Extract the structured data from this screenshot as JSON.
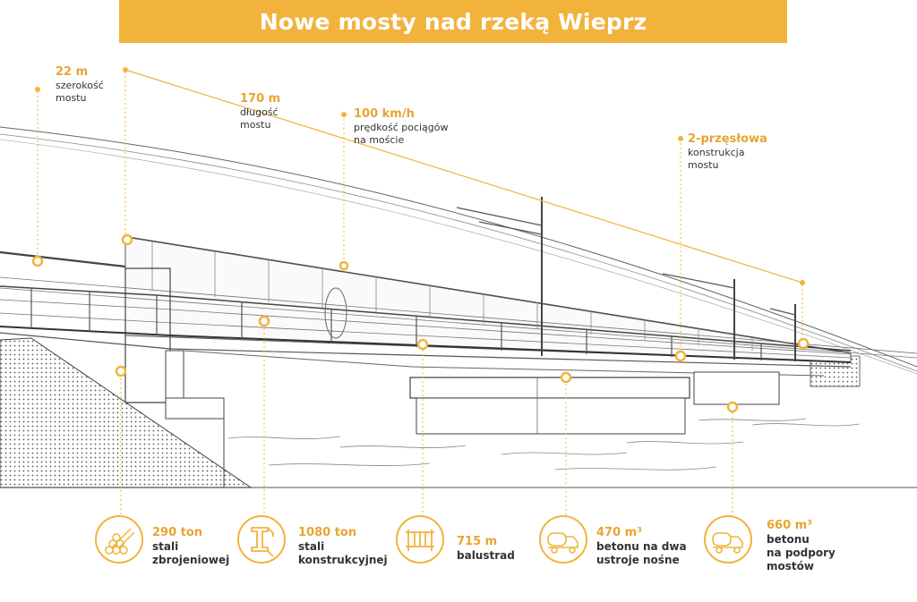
{
  "title": "Nowe mosty nad rzeką Wieprz",
  "callouts": [
    {
      "value": "22 m",
      "text1": "szerokość",
      "text2": "mostu"
    },
    {
      "value": "170 m",
      "text1": "długość",
      "text2": "mostu"
    },
    {
      "value": "100 km/h",
      "text1": "prędkość pociągów",
      "text2": "na moście"
    },
    {
      "value": "2-przęsłowa",
      "text1": "konstrukcja",
      "text2": "mostu"
    }
  ],
  "stats": [
    {
      "icon": "rebar-bundle-icon",
      "value": "290 ton",
      "line1": "stali",
      "line2": "zbrojeniowej",
      "line3": ""
    },
    {
      "icon": "steel-beam-icon",
      "value": "1080 ton",
      "line1": "stali",
      "line2": "konstrukcyjnej",
      "line3": ""
    },
    {
      "icon": "railing-icon",
      "value": "715 m",
      "line1": "balustrad",
      "line2": "",
      "line3": ""
    },
    {
      "icon": "concrete-mixer-icon",
      "value": "470 m³",
      "line1": "betonu na dwa",
      "line2": "ustroje nośne",
      "line3": ""
    },
    {
      "icon": "concrete-mixer-icon",
      "value": "660 m³",
      "line1": "betonu",
      "line2": "na podpory",
      "line3": "mostów"
    }
  ],
  "colors": {
    "accent": "#f2b33d",
    "line": "#555555"
  }
}
